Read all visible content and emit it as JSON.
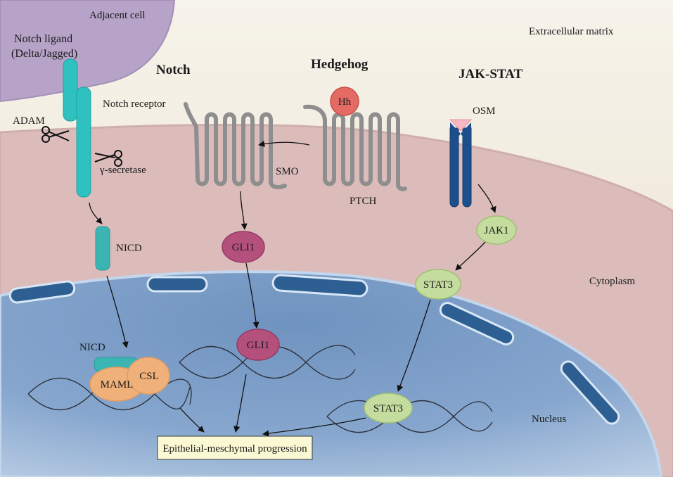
{
  "regions": {
    "adjacent_cell": "Adjacent cell",
    "extracellular_matrix": "Extracellular matrix",
    "cytoplasm": "Cytoplasm",
    "nucleus": "Nucleus"
  },
  "pathways": {
    "notch": {
      "title": "Notch",
      "ligand_line1": "Notch ligand",
      "ligand_line2": "(Delta/Jagged)",
      "receptor": "Notch receptor",
      "adam": "ADAM",
      "gamma_secretase": "γ-secretase",
      "nicd_cytoplasm": "NICD",
      "nicd_nucleus": "NICD",
      "maml": "MAML",
      "csl": "CSL"
    },
    "hedgehog": {
      "title": "Hedgehog",
      "hh": "Hh",
      "smo": "SMO",
      "ptch": "PTCH",
      "gli1_cytoplasm": "GLI1",
      "gli1_nucleus": "GLI1"
    },
    "jak_stat": {
      "title": "JAK-STAT",
      "osm": "OSM",
      "jak1": "JAK1",
      "stat3_cytoplasm": "STAT3",
      "stat3_nucleus": "STAT3"
    }
  },
  "outcome": "Epithelial-meschymal progression",
  "colors": {
    "extracellular": "#f3efe3",
    "adjacent_cell": "#b7a2c8",
    "cytoplasm": "#dcbcbb",
    "nucleus": "#7f9fc6",
    "notch_teal": "#2fc1c0",
    "gli1_magenta": "#b4507c",
    "stat_green": "#c4dc9e",
    "maml_orange": "#f0b07a",
    "hh_red": "#e46a64",
    "receptor_navy": "#1d4f8c",
    "pore": "#2e5f92",
    "outcome_box": "#fbf8d4"
  }
}
